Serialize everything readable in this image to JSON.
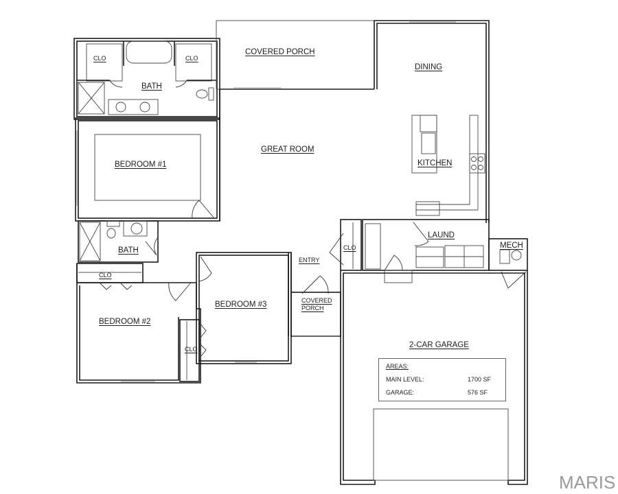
{
  "diagram": {
    "type": "floor plan",
    "rooms": {
      "covered_porch_rear": "COVERED PORCH",
      "dining": "DINING",
      "master_bath": "BATH",
      "master_clo_left": "CLO",
      "master_clo_right": "CLO",
      "bedroom1": "BEDROOM #1",
      "great_room": "GREAT ROOM",
      "kitchen": "KITCHEN",
      "bath2": "BATH",
      "clo_hall": "CLO",
      "bedroom2": "BEDROOM #2",
      "bedroom3": "BEDROOM #3",
      "clo_bed3": "CLO",
      "entry": "ENTRY",
      "clo_entry": "CLO",
      "covered_porch_front_line1": "COVERED",
      "covered_porch_front_line2": "PORCH",
      "laund": "LAUND",
      "mech": "MECH",
      "garage": "2-CAR GARAGE"
    },
    "areas": {
      "title": "AREAS:",
      "rows": [
        {
          "label": "MAIN LEVEL:",
          "value": "1700 SF"
        },
        {
          "label": "GARAGE:",
          "value": "576 SF"
        }
      ]
    },
    "watermark": "MARIS"
  }
}
